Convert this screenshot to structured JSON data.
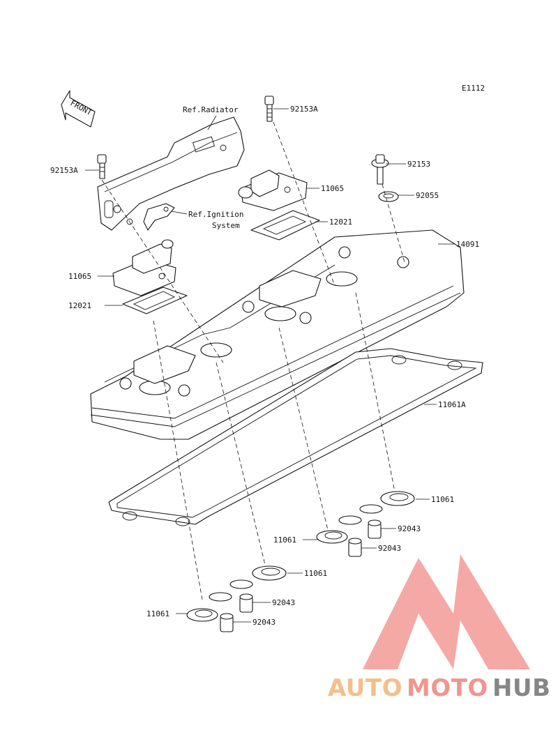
{
  "diagram_code": "E1112",
  "front_label": "FRONT",
  "refs": {
    "radiator": "Ref.Radiator",
    "ignition_line1": "Ref.Ignition",
    "ignition_line2": "System"
  },
  "part_labels": {
    "bolt_92153A_top": "92153A",
    "bolt_92153A_left": "92153A",
    "bolt_92153": "92153",
    "washer_92055": "92055",
    "cover_11065_right": "11065",
    "cover_11065_left": "11065",
    "plate_12021_right": "12021",
    "plate_12021_left": "12021",
    "head_cover_14091": "14091",
    "gasket_11061A": "11061A",
    "seal_11061_a": "11061",
    "seal_11061_b": "11061",
    "seal_11061_c": "11061",
    "seal_11061_d": "11061",
    "collar_92043_a": "92043",
    "collar_92043_b": "92043",
    "collar_92043_c": "92043",
    "collar_92043_d": "92043"
  },
  "watermark": {
    "part1": "AUTO",
    "part2": "MOTO",
    "part3": "HUB",
    "colors": {
      "auto": "#f5b77e",
      "moto": "#f08a86",
      "hub": "#7a7a7a",
      "emblem": "#f4a09c"
    }
  }
}
